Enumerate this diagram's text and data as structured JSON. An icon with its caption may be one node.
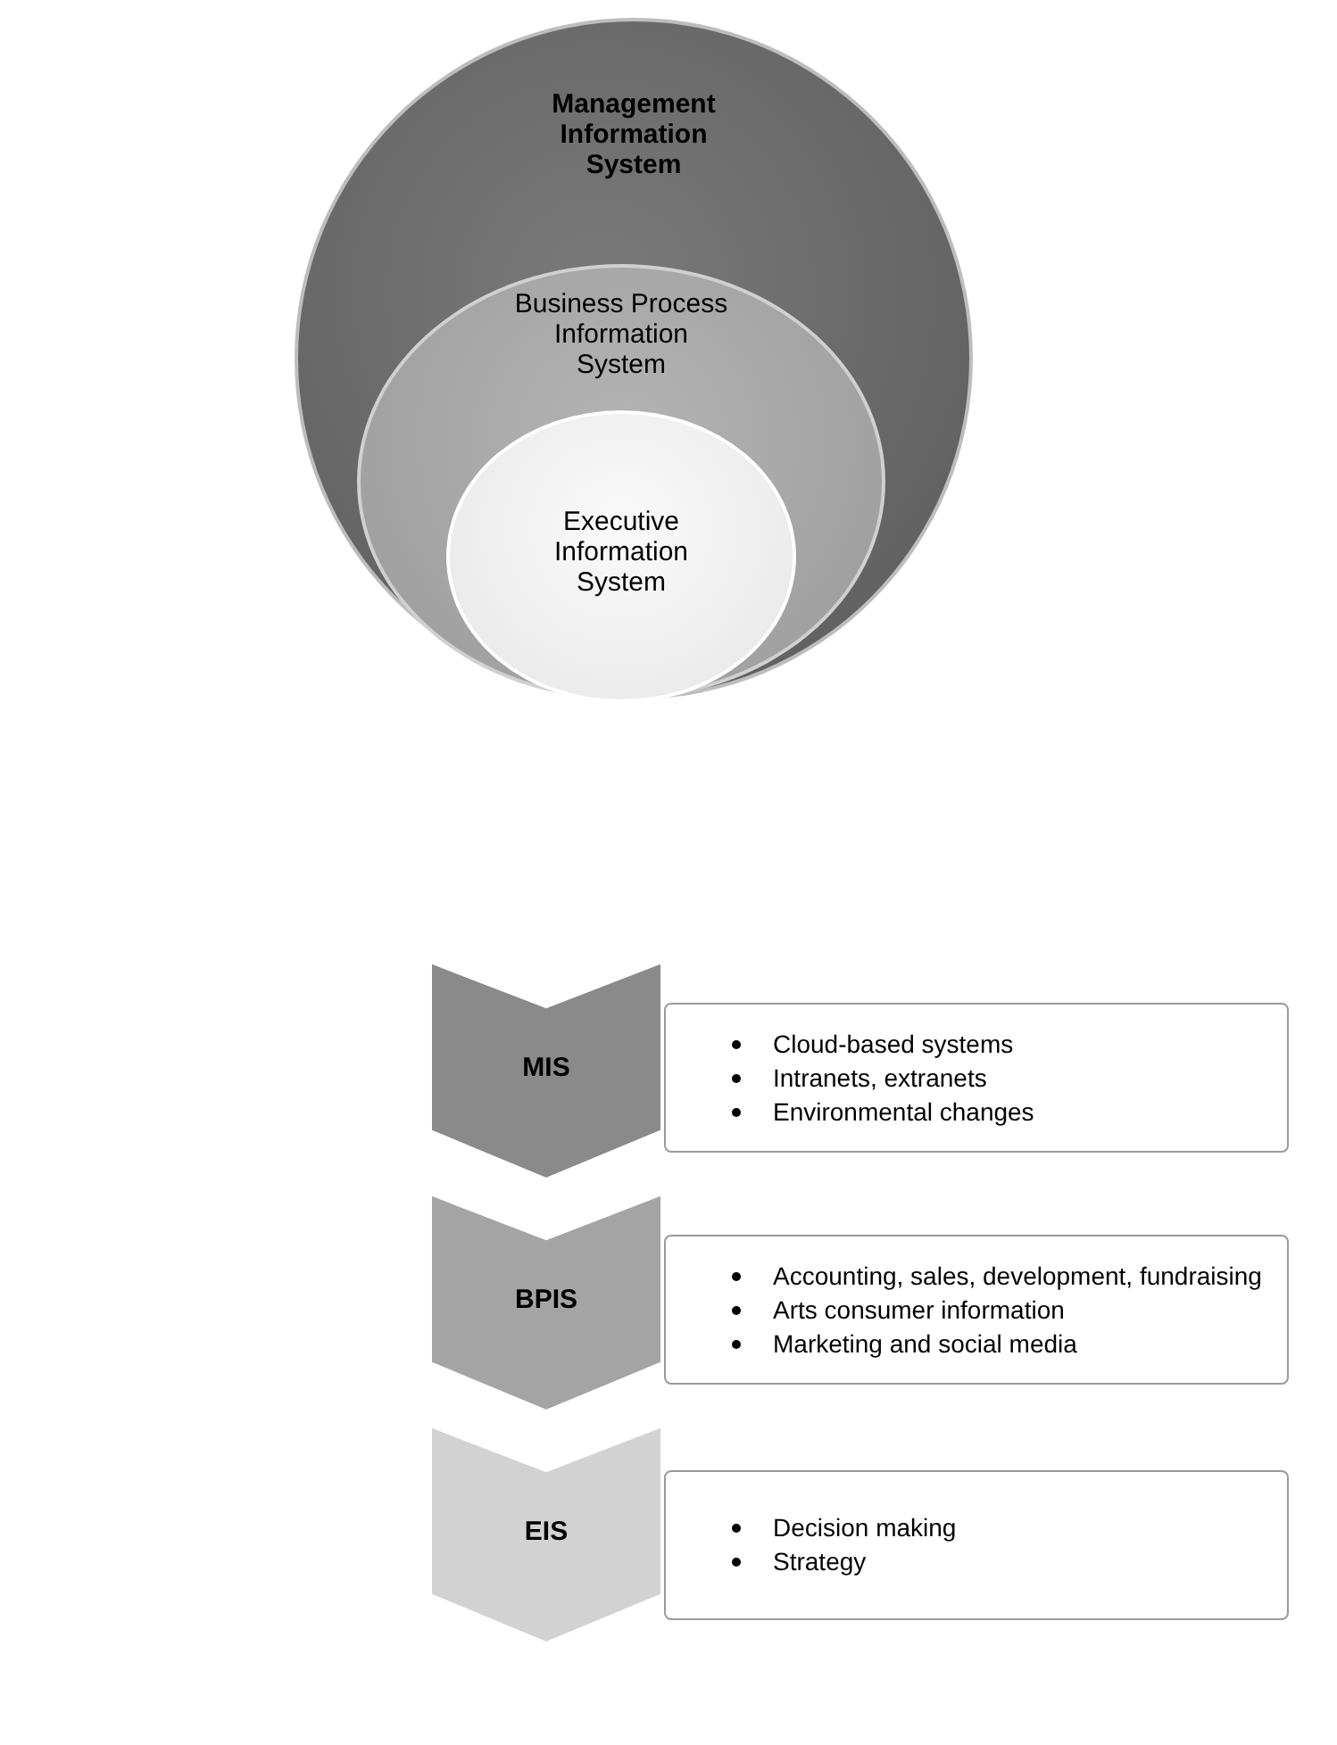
{
  "diagram": {
    "nodes": [
      {
        "text": [
          "Management Information System"
        ]
      },
      {
        "text": [
          "Business Process Information System"
        ],
        "in": 0
      },
      {
        "text": [
          "Executive Information System"
        ],
        "in": 1
      },
      {
        "text": [
          "MIS"
        ]
      },
      {
        "text": [
          "Cloud-based systems",
          "Intranets, extranets",
          "Environmental  changes"
        ]
      },
      {
        "text": [
          "BPIS"
        ]
      },
      {
        "text": [
          "Accounting, sales, development, fundraising",
          "Arts consumer information",
          "Marketing and social media"
        ]
      },
      {
        "text": [
          "EIS"
        ]
      },
      {
        "text": [
          "Decision making",
          "Strategy"
        ]
      }
    ],
    "edges": []
  }
}
